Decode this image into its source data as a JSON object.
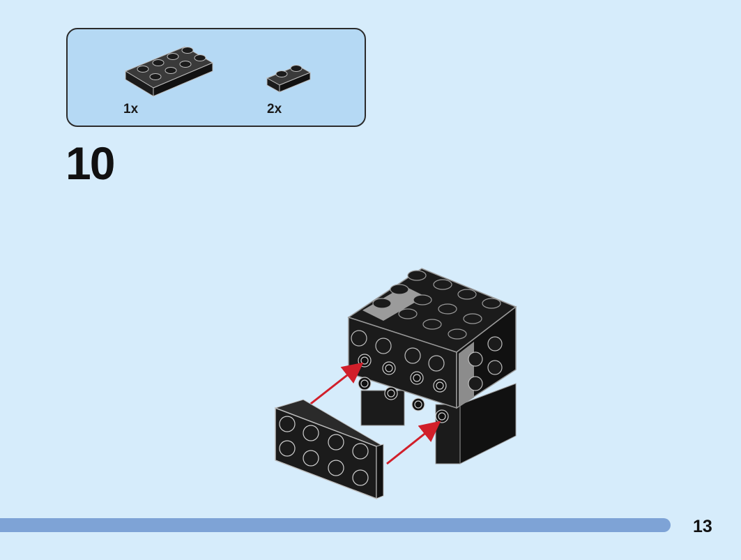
{
  "parts": [
    {
      "qty": "1x",
      "icon": "plate-2x4-black-icon"
    },
    {
      "qty": "2x",
      "icon": "plate-1x2-black-icon"
    }
  ],
  "step": {
    "number": "10"
  },
  "page": {
    "number": "13"
  },
  "progress": {
    "fraction": 0.9
  },
  "colors": {
    "background": "#d6ecfb",
    "parts_box": "#b5d9f4",
    "brick": "#1b1b1b",
    "brick_light": "#8a8a8a",
    "arrow": "#d11f2a",
    "progress": "#7ea3d6"
  }
}
